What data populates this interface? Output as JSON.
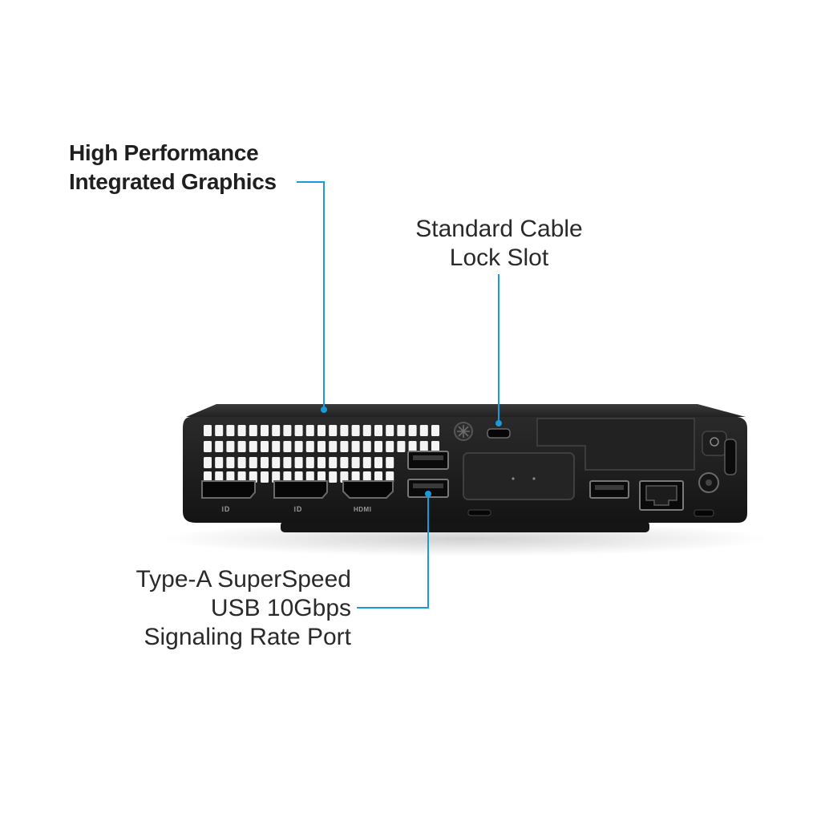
{
  "callouts": {
    "graphics": {
      "line1": "High Performance",
      "line2": "Integrated Graphics"
    },
    "lock_slot": {
      "line1": "Standard Cable",
      "line2": "Lock Slot"
    },
    "usb": {
      "line1": "Type-A SuperSpeed",
      "line2": "USB 10Gbps",
      "line3": "Signaling Rate Port"
    }
  },
  "port_labels": {
    "dp1": "⁝D",
    "dp2": "⁝D",
    "hdmi": "HDMI"
  },
  "colors": {
    "accent": "#1a9ad9",
    "chassis": "#1b1b1b",
    "text": "#1f1f1f"
  }
}
